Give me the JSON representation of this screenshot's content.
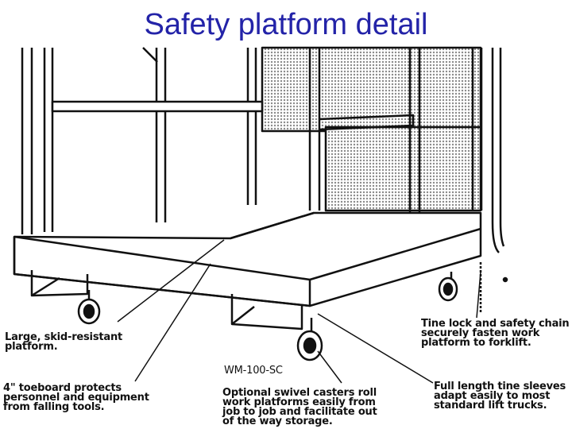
{
  "title": "Safety platform detail",
  "labels": {
    "platform": "Large, skid-resistant\nplatform.",
    "toeboard": "4\" toeboard protects\npersonnel and equipment\nfrom falling tools.",
    "model": "WM-100-SC",
    "casters": "Optional swivel casters roll\nwork platforms easily from\njob to job and facilitate out\nof the way storage.",
    "tine_lock": "Tine lock and safety chain\nsecurely fasten work\nplatform to forklift.",
    "tine_sleeves": "Full length tine sleeves\nadapt easily to most\nstandard lift trucks."
  },
  "colors": {
    "title": "#2323a8",
    "line": "#111111",
    "mesh": "#cfcfcf"
  }
}
